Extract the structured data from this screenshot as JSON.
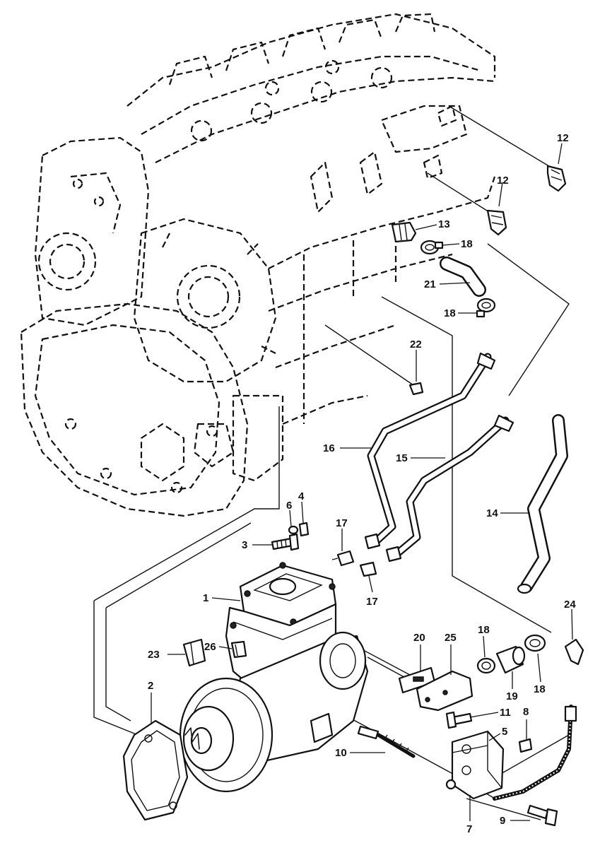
{
  "callouts": [
    {
      "id": "c1",
      "text": "1"
    },
    {
      "id": "c2",
      "text": "2"
    },
    {
      "id": "c3",
      "text": "3"
    },
    {
      "id": "c4",
      "text": "4"
    },
    {
      "id": "c5",
      "text": "5"
    },
    {
      "id": "c6",
      "text": "6"
    },
    {
      "id": "c7",
      "text": "7"
    },
    {
      "id": "c8",
      "text": "8"
    },
    {
      "id": "c9",
      "text": "9"
    },
    {
      "id": "c10",
      "text": "10"
    },
    {
      "id": "c11",
      "text": "11"
    },
    {
      "id": "c12a",
      "text": "12"
    },
    {
      "id": "c12b",
      "text": "12"
    },
    {
      "id": "c13",
      "text": "13"
    },
    {
      "id": "c14",
      "text": "14"
    },
    {
      "id": "c15",
      "text": "15"
    },
    {
      "id": "c16",
      "text": "16"
    },
    {
      "id": "c17a",
      "text": "17"
    },
    {
      "id": "c17b",
      "text": "17"
    },
    {
      "id": "c18a",
      "text": "18"
    },
    {
      "id": "c18b",
      "text": "18"
    },
    {
      "id": "c18c",
      "text": "18"
    },
    {
      "id": "c18d",
      "text": "18"
    },
    {
      "id": "c19",
      "text": "19"
    },
    {
      "id": "c20",
      "text": "20"
    },
    {
      "id": "c21",
      "text": "21"
    },
    {
      "id": "c22",
      "text": "22"
    },
    {
      "id": "c23",
      "text": "23"
    },
    {
      "id": "c24",
      "text": "24"
    },
    {
      "id": "c25",
      "text": "25"
    },
    {
      "id": "c26",
      "text": "26"
    }
  ]
}
